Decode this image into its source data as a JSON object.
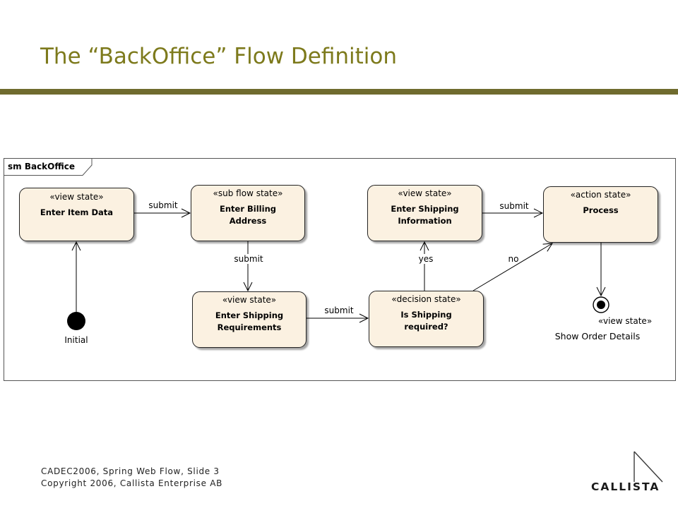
{
  "slide": {
    "title": "The “BackOffice” Flow Definition",
    "footer": {
      "line1": "CADEC2006, Spring Web Flow, Slide 3",
      "line2": "Copyright 2006, Callista Enterprise AB"
    },
    "logo": {
      "text": "CALLISTA",
      "icon": "sail-triangle-icon"
    },
    "colors": {
      "title": "#7d7a1c",
      "title_rule": "#6f6b2e",
      "state_fill": "#fbf1e1",
      "line": "#000000"
    }
  },
  "diagram": {
    "frame_label": "sm BackOffice",
    "states": [
      {
        "stereotype": "«view state»",
        "name_lines": [
          "Enter Item Data"
        ]
      },
      {
        "stereotype": "«sub flow state»",
        "name_lines": [
          "Enter Billing",
          "Address"
        ]
      },
      {
        "stereotype": "«view state»",
        "name_lines": [
          "Enter Shipping",
          "Information"
        ]
      },
      {
        "stereotype": "«action state»",
        "name_lines": [
          "Process"
        ]
      },
      {
        "stereotype": "«view state»",
        "name_lines": [
          "Enter Shipping",
          "Requirements"
        ]
      },
      {
        "stereotype": "«decision state»",
        "name_lines": [
          "Is Shipping",
          "required?"
        ]
      }
    ],
    "initial_label": "Initial",
    "final_state": {
      "stereotype": "«view state»",
      "name": "Show Order Details"
    },
    "transitions": [
      {
        "label": "submit"
      },
      {
        "label": "submit"
      },
      {
        "label": "submit"
      },
      {
        "label": "yes"
      },
      {
        "label": "no"
      },
      {
        "label": "submit"
      }
    ]
  }
}
